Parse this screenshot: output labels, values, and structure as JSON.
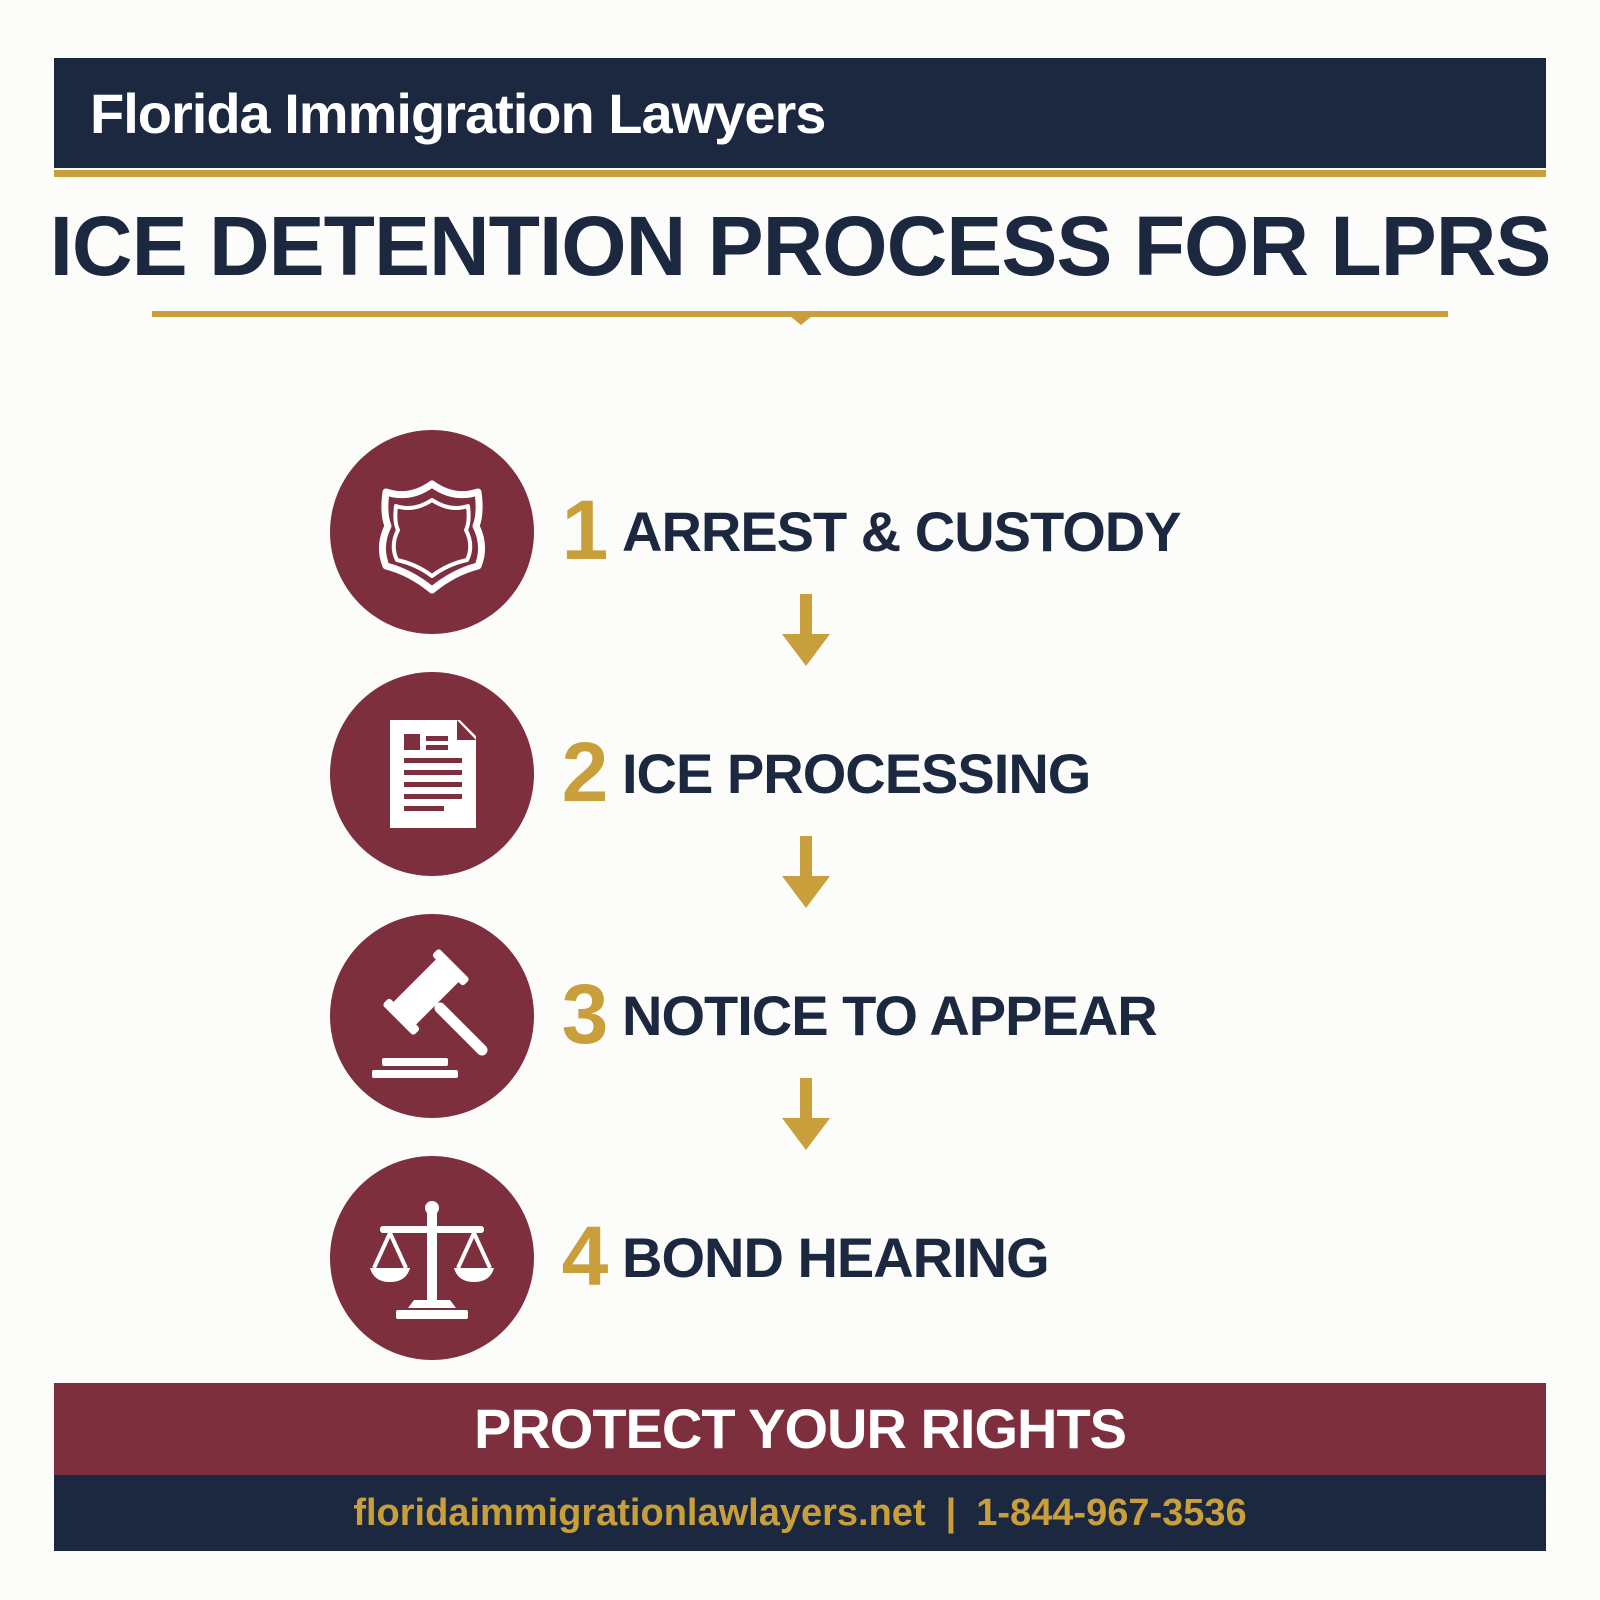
{
  "header": {
    "brand": "Florida Immigration Lawyers"
  },
  "title": "ICE DETENTION PROCESS FOR LPRS",
  "steps": [
    {
      "number": "1",
      "label": "ARREST & CUSTODY",
      "icon": "police-badge-icon"
    },
    {
      "number": "2",
      "label": "ICE PROCESSING",
      "icon": "document-icon"
    },
    {
      "number": "3",
      "label": "NOTICE TO APPEAR",
      "icon": "gavel-icon"
    },
    {
      "number": "4",
      "label": "BOND HEARING",
      "icon": "scales-of-justice-icon"
    }
  ],
  "footer": {
    "tagline": "PROTECT YOUR RIGHTS",
    "website": "floridaimmigrationlawlayers.net",
    "separator": "|",
    "phone": "1-844-967-3536"
  },
  "colors": {
    "navy": "#1c2840",
    "burgundy": "#7d2f3e",
    "gold": "#c89f3a",
    "background": "#fcfcfb"
  }
}
